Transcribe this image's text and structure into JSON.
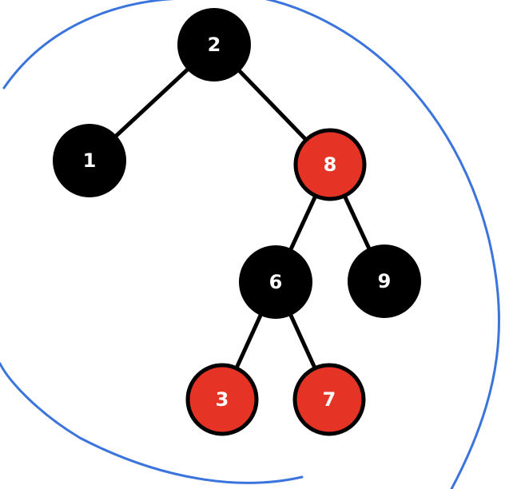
{
  "colors": {
    "black_node": "#000000",
    "red_node": "#e53426",
    "outline": "#3a74dc",
    "label": "#ffffff"
  },
  "tree": {
    "nodes": [
      {
        "id": "n2",
        "label": "2",
        "color": "black"
      },
      {
        "id": "n1",
        "label": "1",
        "color": "black"
      },
      {
        "id": "n8",
        "label": "8",
        "color": "red"
      },
      {
        "id": "n6",
        "label": "6",
        "color": "black"
      },
      {
        "id": "n9",
        "label": "9",
        "color": "black"
      },
      {
        "id": "n3",
        "label": "3",
        "color": "red"
      },
      {
        "id": "n7",
        "label": "7",
        "color": "red"
      }
    ],
    "edges": [
      {
        "from": "n2",
        "to": "n1"
      },
      {
        "from": "n2",
        "to": "n8"
      },
      {
        "from": "n8",
        "to": "n6"
      },
      {
        "from": "n8",
        "to": "n9"
      },
      {
        "from": "n6",
        "to": "n3"
      },
      {
        "from": "n6",
        "to": "n7"
      }
    ]
  }
}
